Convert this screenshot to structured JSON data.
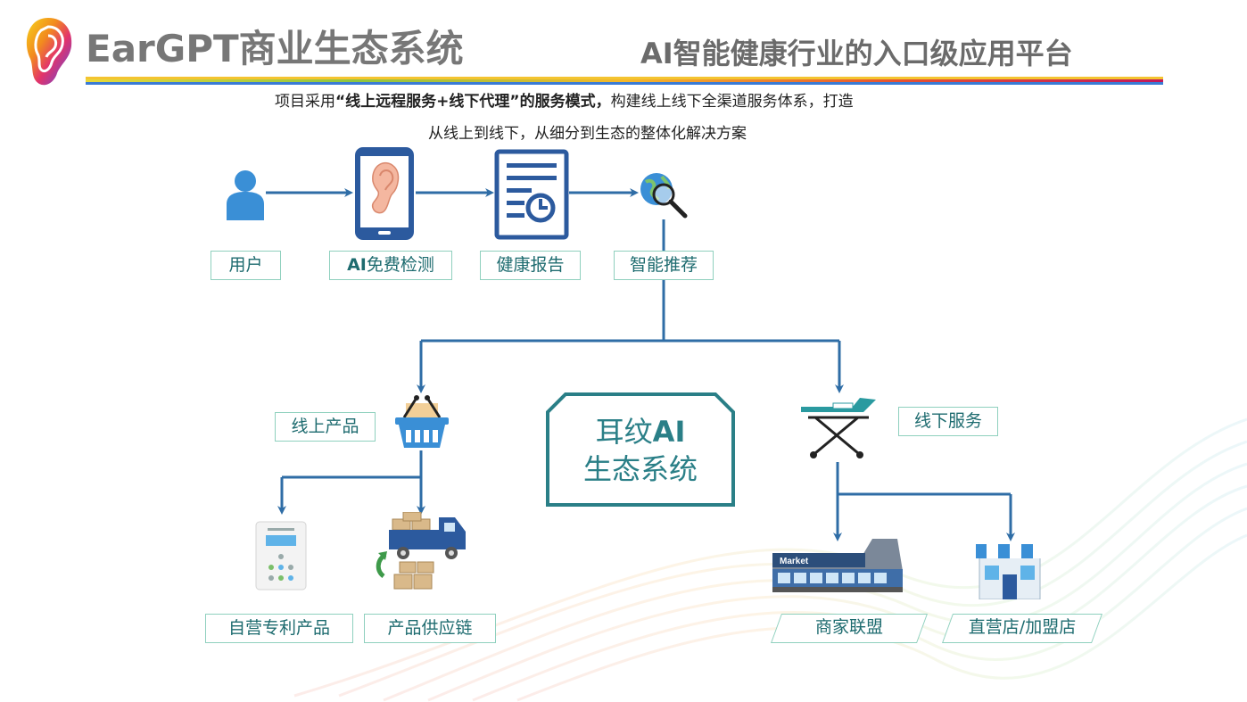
{
  "header": {
    "title": "EarGPT商业生态系统",
    "subtitle": "AI智能健康行业的入口级应用平台"
  },
  "intro": {
    "line1_prefix": "项目采用",
    "line1_bold": "“线上远程服务+线下代理”的服务模式，",
    "line1_suffix": "构建线上线下全渠道服务体系，打造",
    "line2": "从线上到线下，从细分到生态的整体化解决方案"
  },
  "flow": {
    "user": "用户",
    "ai_test_prefix": "AI",
    "ai_test_suffix": "免费检测",
    "report": "健康报告",
    "recommend": "智能推荐"
  },
  "center": {
    "line1_prefix": "耳纹",
    "line1_bold": "AI",
    "line2": "生态系统"
  },
  "branches": {
    "online": "线上产品",
    "offline": "线下服务",
    "patent_products": "自营专利产品",
    "supply_chain": "产品供应链",
    "merchant_alliance": "商家联盟",
    "stores": "直营店/加盟店"
  },
  "icons": {
    "user": "user-icon",
    "phone_ear": "phone-ear-icon",
    "report": "report-document-icon",
    "recommend": "globe-search-icon",
    "basket": "shopping-basket-icon",
    "stretcher": "stretcher-icon",
    "device": "hearing-device-icon",
    "truck": "delivery-truck-icon",
    "market": "market-building-icon",
    "store": "storefront-icon"
  },
  "illustration_text": {
    "market_sign": "Market"
  },
  "colors": {
    "arrow": "#2f6da6",
    "label_border": "#8fd0be",
    "label_text": "#1d6b6f",
    "center_border": "#2a7f87",
    "icon_blue": "#3a8fd6"
  }
}
